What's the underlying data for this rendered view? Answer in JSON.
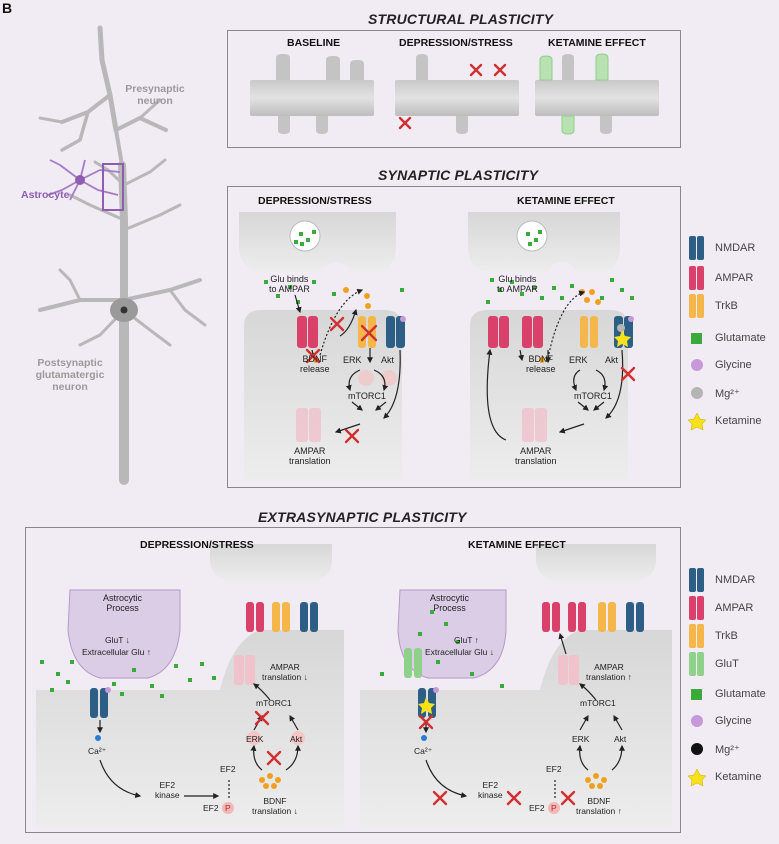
{
  "corner_label": "B",
  "neuron": {
    "presynaptic": "Presynaptic\nneuron",
    "astrocyte": "Astrocyte",
    "postsynaptic": "Postsynaptic\nglutamatergic\nneuron"
  },
  "structural": {
    "title": "STRUCTURAL PLASTICITY",
    "baseline": "BASELINE",
    "depression": "DEPRESSION/STRESS",
    "ketamine": "KETAMINE EFFECT"
  },
  "synaptic": {
    "title": "SYNAPTIC PLASTICITY",
    "depression": "DEPRESSION/STRESS",
    "ketamine": "KETAMINE EFFECT",
    "glu_binds": "Glu binds\nto AMPAR",
    "bdnf_release": "BDNF\nrelease",
    "erk": "ERK",
    "akt": "Akt",
    "mtorc1": "mTORC1",
    "ampar_translation": "AMPAR\ntranslation"
  },
  "extrasynaptic": {
    "title": "EXTRASYNAPTIC PLASTICITY",
    "depression": "DEPRESSION/STRESS",
    "ketamine": "KETAMINE EFFECT",
    "astro_process": "Astrocytic\nProcess",
    "glut_down": "GluT ↓",
    "glut_up": "GluT ↑",
    "extra_glu_up": "Extracellular Glu ↑",
    "extra_glu_down": "Extracellular Glu ↓",
    "ca": "Ca²⁺",
    "ef2_kinase": "EF2\nkinase",
    "ef2": "EF2",
    "ef2p": "EF2",
    "p": "P",
    "bdnf_trans_down": "BDNF\ntranslation ↓",
    "bdnf_trans_up": "BDNF\ntranslation ↑",
    "ampar_trans_down": "AMPAR\ntranslation ↓",
    "ampar_trans_up": "AMPAR\ntranslation ↑",
    "erk": "ERK",
    "akt": "Akt",
    "mtorc1": "mTORC1"
  },
  "legend_synaptic": [
    "NMDAR",
    "AMPAR",
    "TrkB",
    "Glutamate",
    "Glycine",
    "Mg²⁺",
    "Ketamine"
  ],
  "legend_extra": [
    "NMDAR",
    "AMPAR",
    "TrkB",
    "GluT",
    "Glutamate",
    "Glycine",
    "Mg²⁺",
    "Ketamine"
  ],
  "colors": {
    "nmdar": "#2d5f86",
    "ampar": "#d9416b",
    "trkb": "#f5b64a",
    "glut": "#8fd08b",
    "glutamate": "#3aaa3a",
    "glycine": "#c799d8",
    "mg_grey": "#b5b5b5",
    "mg_black": "#111111",
    "ketamine": "#f7e21a",
    "inhibit": "#d03030",
    "astro": "#8e5db0"
  }
}
